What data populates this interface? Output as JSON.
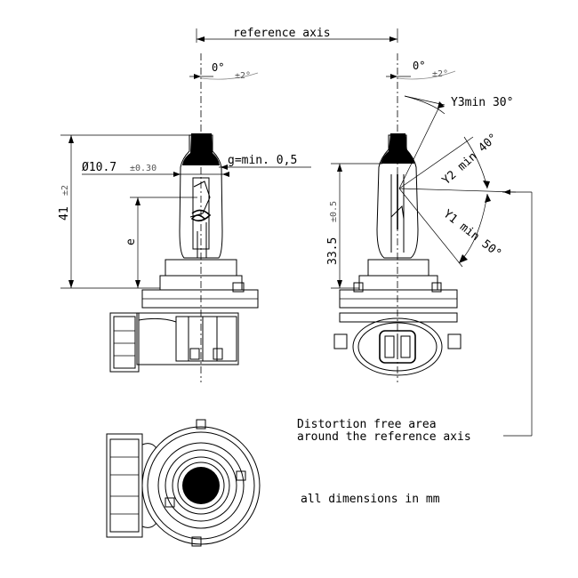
{
  "labels": {
    "reference_axis": "reference axis",
    "angle_zero_left": "0°",
    "angle_tol_left": "±2°",
    "angle_zero_right": "0°",
    "angle_tol_right": "±2°",
    "y3": "Y3min 30°",
    "y2": "Y2 min 40°",
    "y1": "Y1 min 50°",
    "diameter": "Ø10.7",
    "diameter_tol": "±0.30",
    "g_min": "g=min. 0,5",
    "height_41": "41",
    "height_41_tol": "±2",
    "height_e": "e",
    "height_335": "33.5",
    "height_335_tol": "±0.5",
    "distortion_line1": "Distortion free area",
    "distortion_line2": "around the reference axis",
    "all_dimensions": "all dimensions in mm"
  },
  "colors": {
    "line": "#000000",
    "tolerance_text": "#555555",
    "background": "#ffffff"
  }
}
